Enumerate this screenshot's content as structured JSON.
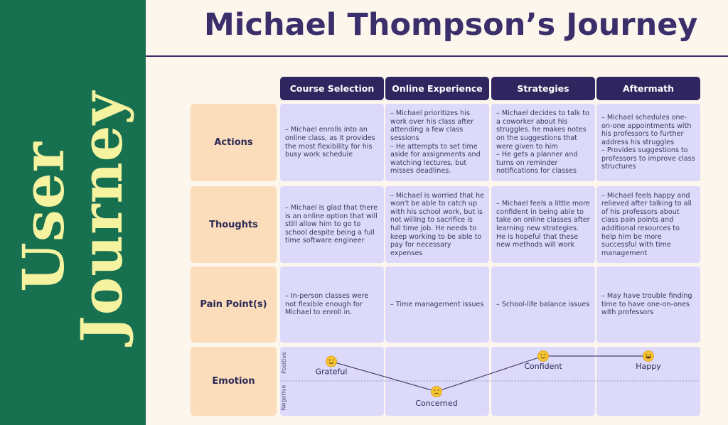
{
  "side_title": {
    "line1": "User",
    "line2": "Journey"
  },
  "title": "Michael Thompson’s Journey",
  "columns": [
    "Course Selection",
    "Online Experience",
    "Strategies",
    "Aftermath"
  ],
  "rows": [
    {
      "label": "Actions",
      "cells": [
        "– Michael enrolls into an online class, as it provides the most flexibility for his busy work schedule",
        "– Michael prioritizes his work over his class after attending a few class sessions\n– He attempts to set time aside for assignments and watching lectures, but misses deadlines.",
        "– Michael decides to talk to a coworker about his struggles. he makes notes on the suggestions that were given to him\n– He gets a planner and turns on reminder notifications for classes",
        "– Michael schedules one-on-one appointments with his professors to further address his struggles\n– Provides suggestions to professors to improve class structures"
      ]
    },
    {
      "label": "Thoughts",
      "cells": [
        "– Michael is glad that there is an online option that will still allow him to go to school despite being a full time software engineer",
        "– Michael is worried that he won't be able to catch up with his school work, but is not willing to sacrifice is full time job. He needs to keep working to be able to pay for necessary expenses",
        "– Michael feels a little more confident in being able to take on online classes after learning new strategies. He is hopeful that these new methods will work",
        "– Michael feels happy and relieved after talking to all of his professors about class pain points and additional resources to help him be more successful with time management"
      ]
    },
    {
      "label": "Pain Point(s)",
      "cells": [
        "– In-person classes were not flexible enough for Michael to enroll in.",
        "– Time management issues",
        "– School-life balance issues",
        "– May have trouble finding time to have one-on-ones with professors"
      ]
    }
  ],
  "emotion": {
    "label": "Emotion",
    "axis_positive": "Positive",
    "axis_negative": "Negative",
    "points": [
      {
        "label": "Grateful",
        "value": 0.55,
        "face": "smile"
      },
      {
        "label": "Concerned",
        "value": -0.3,
        "face": "worried"
      },
      {
        "label": "Confident",
        "value": 0.7,
        "face": "smile"
      },
      {
        "label": "Happy",
        "value": 0.7,
        "face": "grin"
      }
    ]
  },
  "colors": {
    "sidebar": "#177150",
    "side_title": "#f5f2a0",
    "title": "#3a2f6b",
    "col_header": "#2f2660",
    "row_header": "#fbdcbb",
    "cell": "#dcd9fb",
    "emoji": "#f7c531"
  }
}
